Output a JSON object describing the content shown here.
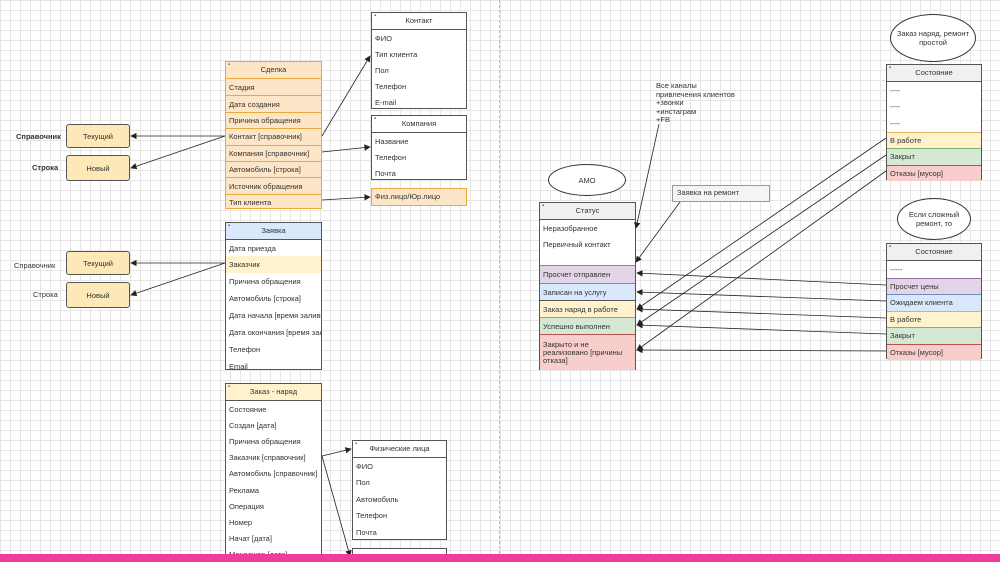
{
  "left_labels": [
    "Справочник",
    "Строка",
    "Справочник",
    "Строка"
  ],
  "small_boxes": [
    "Текущий",
    "Новый",
    "Текущий",
    "Новый"
  ],
  "sdelka": {
    "title": "Сделка",
    "rows": [
      "Стадия",
      "Дата создания",
      "Причина обращения",
      "Контакт [справочник]",
      "Компания [справочник]",
      "Автомобиль [строка]",
      "Источник обращения",
      "Тип клиента"
    ]
  },
  "kontakt": {
    "title": "Контакт",
    "rows": [
      "ФИО",
      "Тип клиента",
      "Пол",
      "Телефон",
      "E-mail"
    ]
  },
  "kompaniya": {
    "title": "Компания",
    "rows": [
      "Название",
      "Телефон",
      "Почта"
    ]
  },
  "fiz_yur": "Физ.лицо/Юр.лицо",
  "zayavka": {
    "title": "Заявка",
    "rows": [
      "Дата приезда",
      "Заказчик",
      "Причина обращения",
      "Автомобиль [строка]",
      "Дата начала [время заливки]",
      "Дата окончания [время заливки]",
      "Телефон",
      "Email"
    ]
  },
  "zakaz": {
    "title": "Заказ - наряд",
    "rows": [
      "Состояние",
      "Создан [дата]",
      "Причина обращения",
      "Заказчик [справочник]",
      "Автомобиль [справочник]",
      "Реклама",
      "Операция",
      "Номер",
      "Начат [дата]",
      "Менеджер [дата]"
    ]
  },
  "fiz_litsa": {
    "title": "Физические лица",
    "rows": [
      "ФИО",
      "Пол",
      "Автомобиль",
      "Телефон",
      "Почта"
    ]
  },
  "amo": "АМО",
  "channels": [
    "Все каналы",
    "привлечения клиентов",
    "+звонки",
    "+инстаграм",
    "+FB"
  ],
  "note": "Заявка на ремонт",
  "status": {
    "title": "Статус",
    "rows": [
      "Неразобранное",
      "Первичный контакт",
      "Просчет отправлен",
      "Записан на услугу",
      "Заказ наряд в работе",
      "Успешно выполнен",
      "Закрыто и не реализовано [причины отказа]"
    ]
  },
  "ellipse1": "Заказ наряд, ремонт простой",
  "ellipse2": "Если сложный ремонт, то",
  "sost1": {
    "title": "Состояние",
    "rows": [
      "----",
      "----",
      "----",
      "В работе",
      "Закрыт",
      "Отказы [мусор]"
    ]
  },
  "sost2": {
    "title": "Состояние",
    "rows": [
      "-----",
      "Просчет цены",
      "Ожидаем клиента",
      "В работе",
      "Закрыт",
      "Отказы [мусор]"
    ]
  },
  "colors": {
    "orange": "#fde6c7",
    "yellow": "#fff2cc",
    "green": "#d5e8d4",
    "red": "#f8cecc",
    "purple": "#e1d5e7",
    "blue": "#dae8fc",
    "pink": "#ee3d9c"
  }
}
